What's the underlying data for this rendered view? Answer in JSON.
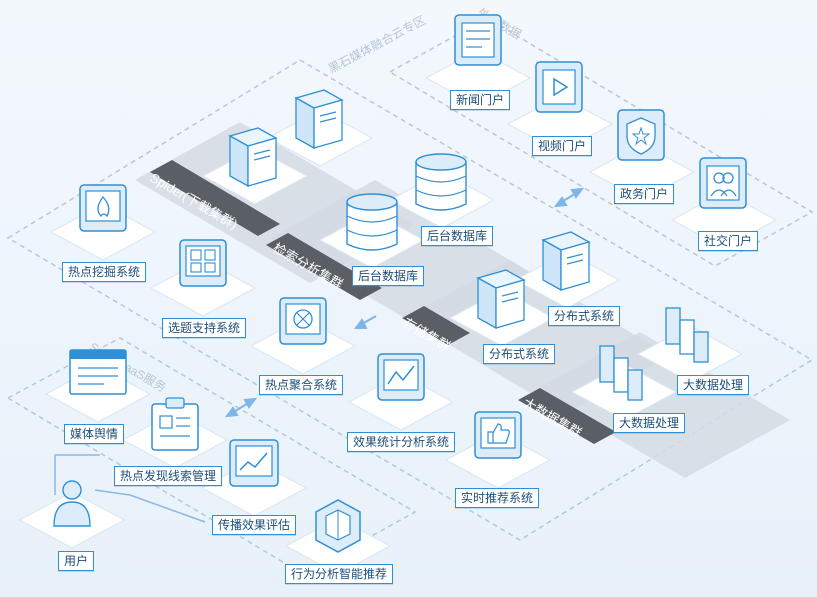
{
  "zones": {
    "external": "外部数据",
    "cloud": "黑石媒体融合云专区",
    "saas": "SaaS/PaaS服务"
  },
  "clusters": {
    "spider": "Spider(下载集群)",
    "retrieval": "检索分析集群",
    "storage": "存储集群",
    "bigdata": "大数据集群"
  },
  "labels": {
    "news_portal": "新闻门户",
    "video_portal": "视频门户",
    "gov_portal": "政务门户",
    "social_portal": "社交门户",
    "backend_db_1": "后台数据库",
    "backend_db_2": "后台数据库",
    "hotspot_mining": "热点挖掘系统",
    "topic_support": "选题支持系统",
    "hotspot_aggregation": "热点聚合系统",
    "effect_stats": "效果统计分析系统",
    "realtime_recommend": "实时推荐系统",
    "distributed_1": "分布式系统",
    "distributed_2": "分布式系统",
    "bigdata_1": "大数据处理",
    "bigdata_2": "大数据处理",
    "media_opinion": "媒体舆情",
    "clue_management": "热点发现线索管理",
    "spread_eval": "传播效果评估",
    "behavior_recommend": "行为分析智能推荐",
    "user": "用户"
  },
  "colors": {
    "accent": "#2f8fd6",
    "dark_band": "#5a5f66",
    "light_band": "#d3dae3",
    "platform": "#ffffff"
  }
}
